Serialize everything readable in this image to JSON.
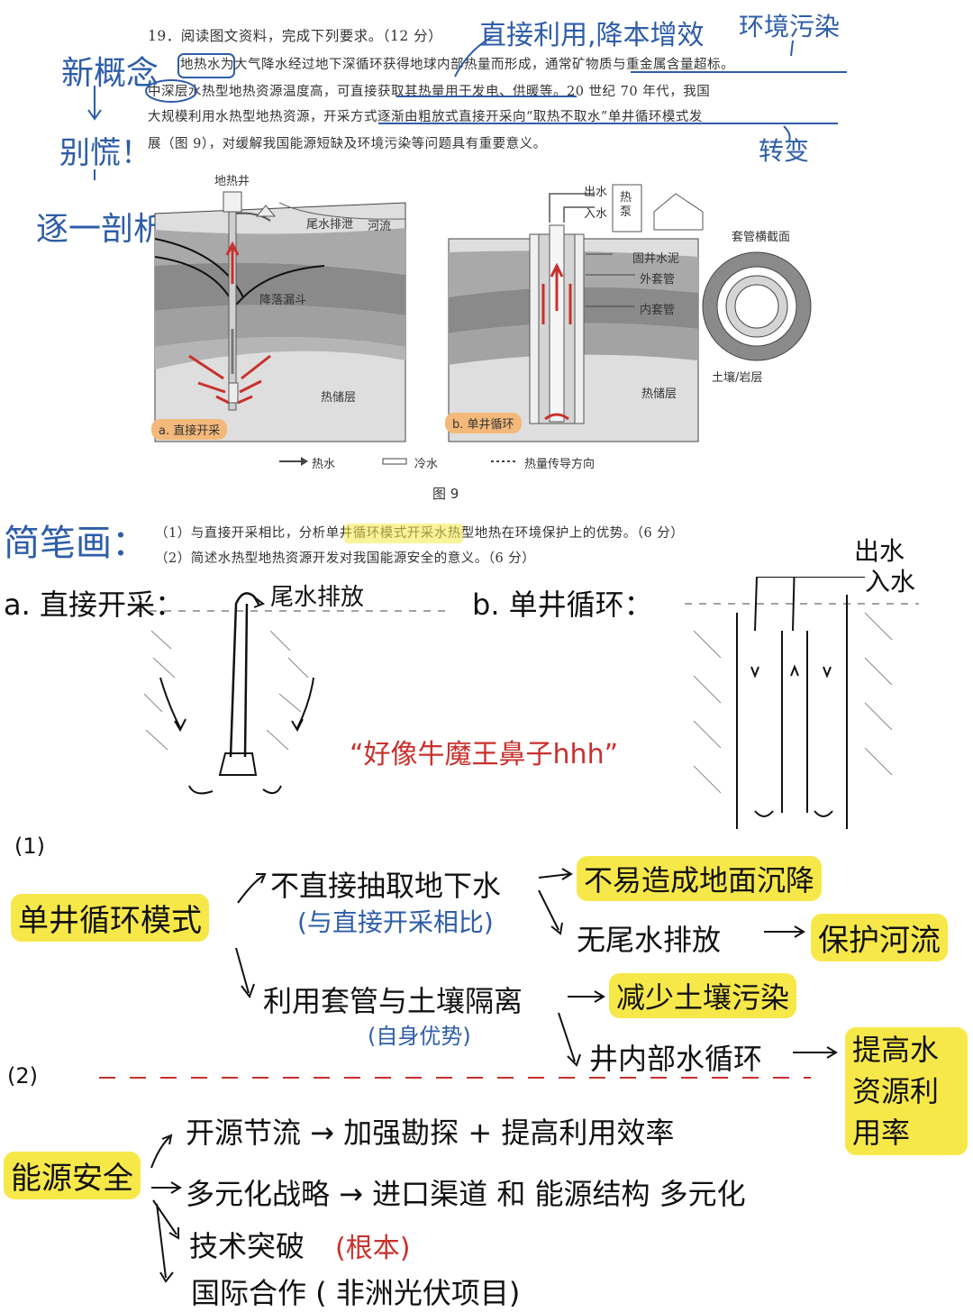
{
  "question": {
    "title": "19．阅读图文资料，完成下列要求。（12 分）",
    "line1": "地热水为大气降水经过地下深循环获得地球内部热量而形成，通常矿物质与重金属含量超标。",
    "line2": "中深层水热型地热资源温度高，可直接获取其热量用于发电、供暖等。20 世纪 70 年代，我国",
    "line3": "大规模利用水热型地热资源，开采方式逐渐由粗放式直接开采向“取热不取水”单井循环模式发",
    "line4": "展（图 9），对缓解我国能源短缺及环境污染等问题具有重要意义。"
  },
  "annotations": {
    "new_concept": "新概念",
    "dont_panic": "别慌！",
    "analyze": "逐一剖析",
    "direct_use": "直接利用,降本增效",
    "pollution": "环境污染",
    "change": "转变"
  },
  "figure": {
    "caption": "图 9",
    "left_labels": {
      "well": "地热井",
      "tail_water": "尾水排泄",
      "river": "河流",
      "funnel": "降落漏斗",
      "reservoir": "热储层",
      "tag": "a. 直接开采"
    },
    "right_labels": {
      "outlet": "出水",
      "inlet": "入水",
      "pump": "热泵",
      "cement": "固井水泥",
      "outer": "外套管",
      "inner": "内套管",
      "section": "套管横截面",
      "soil": "土壤/岩层",
      "reservoir": "热储层",
      "tag": "b. 单井循环"
    },
    "legend": {
      "hot": "热水",
      "cold": "冷水",
      "heat": "热量传导方向"
    }
  },
  "sub_questions": {
    "q1": "（1）与直接开采相比，分析单井循环模式开采水热型地热在环境保护上的优势。（6 分）",
    "q2": "（2）简述水热型地热资源开发对我国能源安全的意义。（6 分）"
  },
  "sketch": {
    "heading": "简笔画：",
    "a_label": "a. 直接开采：",
    "a_note": "尾水排放",
    "b_label": "b. 单井循环：",
    "b_out": "出水",
    "b_in": "入水",
    "joke": "“好像牛魔王鼻子hhh”"
  },
  "answer1": {
    "marker": "(1)",
    "root": "单井循环模式",
    "branch1": "不直接抽取地下水",
    "branch1_note": "(与直接开采相比)",
    "result1a": "不易造成地面沉降",
    "result1b_prefix": "无尾水排放",
    "result1b": "保护河流",
    "branch2": "利用套管与土壤隔离",
    "branch2_note": "(自身优势)",
    "result2a": "减少土壤污染",
    "result2b_prefix": "井内部水循环",
    "result2b": "提高水资源利用率"
  },
  "answer2": {
    "marker": "(2)",
    "root": "能源安全",
    "p1": "开源节流 → 加强勘探 + 提高利用效率",
    "p2": "多元化战略 → 进口渠道 和 能源结构 多元化",
    "p3": "技术突破",
    "p3_note": "(根本)",
    "p4": "国际合作 ( 非洲光伏项目)"
  }
}
